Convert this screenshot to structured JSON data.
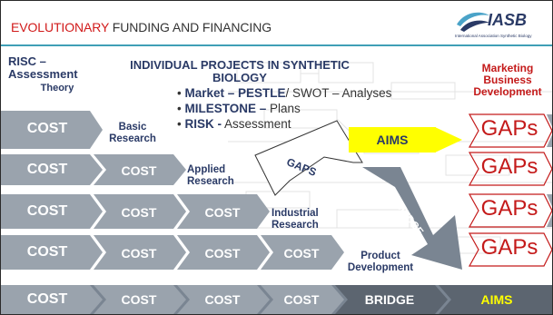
{
  "header": {
    "title_highlight": "EVOLUTIONARY",
    "title_rest": " FUNDING AND FINANCING",
    "logo_text": "IASB",
    "logo_sub": "International Association Synthetic Biology"
  },
  "labels": {
    "risc": "RISC –\nAssessment",
    "theory": "Theory",
    "heading": "INDIVIDUAL PROJECTS IN SYNTHETIC BIOLOGY",
    "marketing": "Marketing\nBusiness\nDevelopment",
    "basic": "Basic\nResearch",
    "applied": "Applied\nResearch",
    "industrial": "Industrial\nResearch",
    "product": "Product\nDevelopment"
  },
  "bullets": [
    {
      "bold": "Market – PESTLE",
      "rest": "/ SWOT – Analyses"
    },
    {
      "bold": "MILESTONE –",
      "rest": " Plans"
    },
    {
      "bold": "RISK -",
      "rest": " Assessment"
    }
  ],
  "cost_label": "COST",
  "gaps_label": "GAPs",
  "gaps_arrow": "GAPS",
  "bridge_arrow": "BRIDGE",
  "aims_label": "AIMS",
  "bottom": {
    "bridge": "BRIDGE",
    "aims": "AIMS"
  },
  "colors": {
    "accent_red": "#d11a1a",
    "navy": "#2a3a66",
    "chevron": "#9aa3ad",
    "chevron_dark": "#5c6570",
    "aims_yellow": "#ffff00",
    "rule": "#3f9fb6"
  }
}
